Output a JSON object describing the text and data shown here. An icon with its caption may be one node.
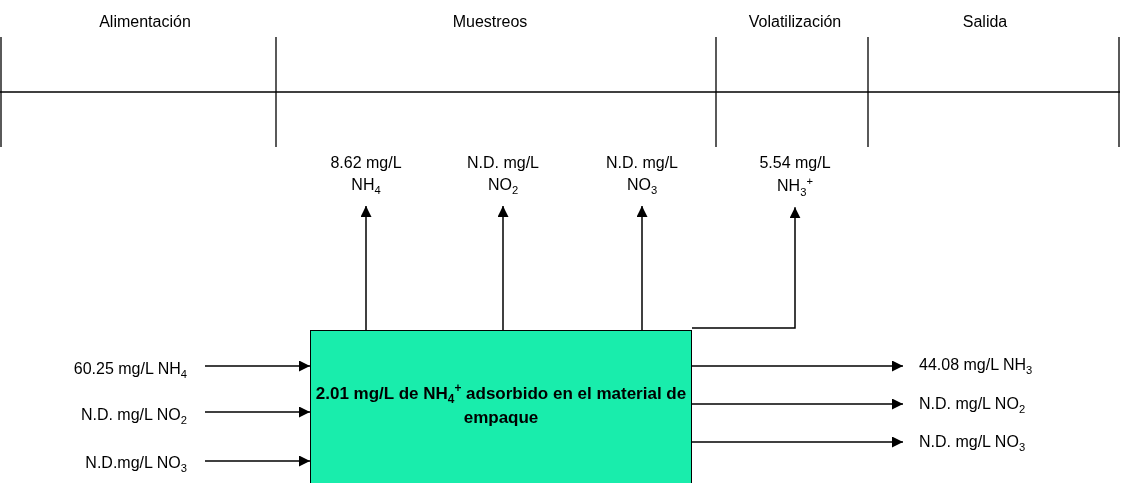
{
  "diagram": {
    "nodes": [
      {
        "text": [
          "2.01 mg/L de NH$_{4}$$^{+}$ adsorbido en el material de empaque"
        ]
      },
      {
        "text": [
          "8.62 mg/L NH$_{4}$"
        ]
      },
      {
        "text": [
          "N.D. mg/L NO$_{2}$"
        ]
      },
      {
        "text": [
          "N.D. mg/L NO$_{3}$"
        ]
      },
      {
        "text": [
          "5.54 mg/L NH$_{3}$$^{+}$"
        ]
      },
      {
        "text": [
          "60.25 mg/L NH$_{4}$"
        ]
      },
      {
        "text": [
          "N.D. mg/L NO$_{2}$"
        ]
      },
      {
        "text": [
          "N.D.mg/L NO$_{3}$"
        ]
      },
      {
        "text": [
          "44.08 mg/L NH$_{3}$"
        ]
      },
      {
        "text": [
          "N.D. mg/L NO$_{2}$"
        ]
      },
      {
        "text": [
          "N.D. mg/L NO$_{3}$"
        ]
      }
    ],
    "edges": [
      {
        "from": 5,
        "to": 0,
        "arrow": "to"
      },
      {
        "from": 6,
        "to": 0,
        "arrow": "to"
      },
      {
        "from": 7,
        "to": 0,
        "arrow": "to"
      },
      {
        "from": 0,
        "to": 1,
        "arrow": "to"
      },
      {
        "from": 0,
        "to": 2,
        "arrow": "to"
      },
      {
        "from": 0,
        "to": 3,
        "arrow": "to"
      },
      {
        "from": 0,
        "to": 4,
        "arrow": "to"
      },
      {
        "from": 0,
        "to": 8,
        "arrow": "to"
      },
      {
        "from": 0,
        "to": 9,
        "arrow": "to"
      },
      {
        "from": 0,
        "to": 10,
        "arrow": "to"
      }
    ],
    "labels": [
      "Alimentación",
      "Muestreos",
      "Volatilización",
      "Salida"
    ]
  }
}
